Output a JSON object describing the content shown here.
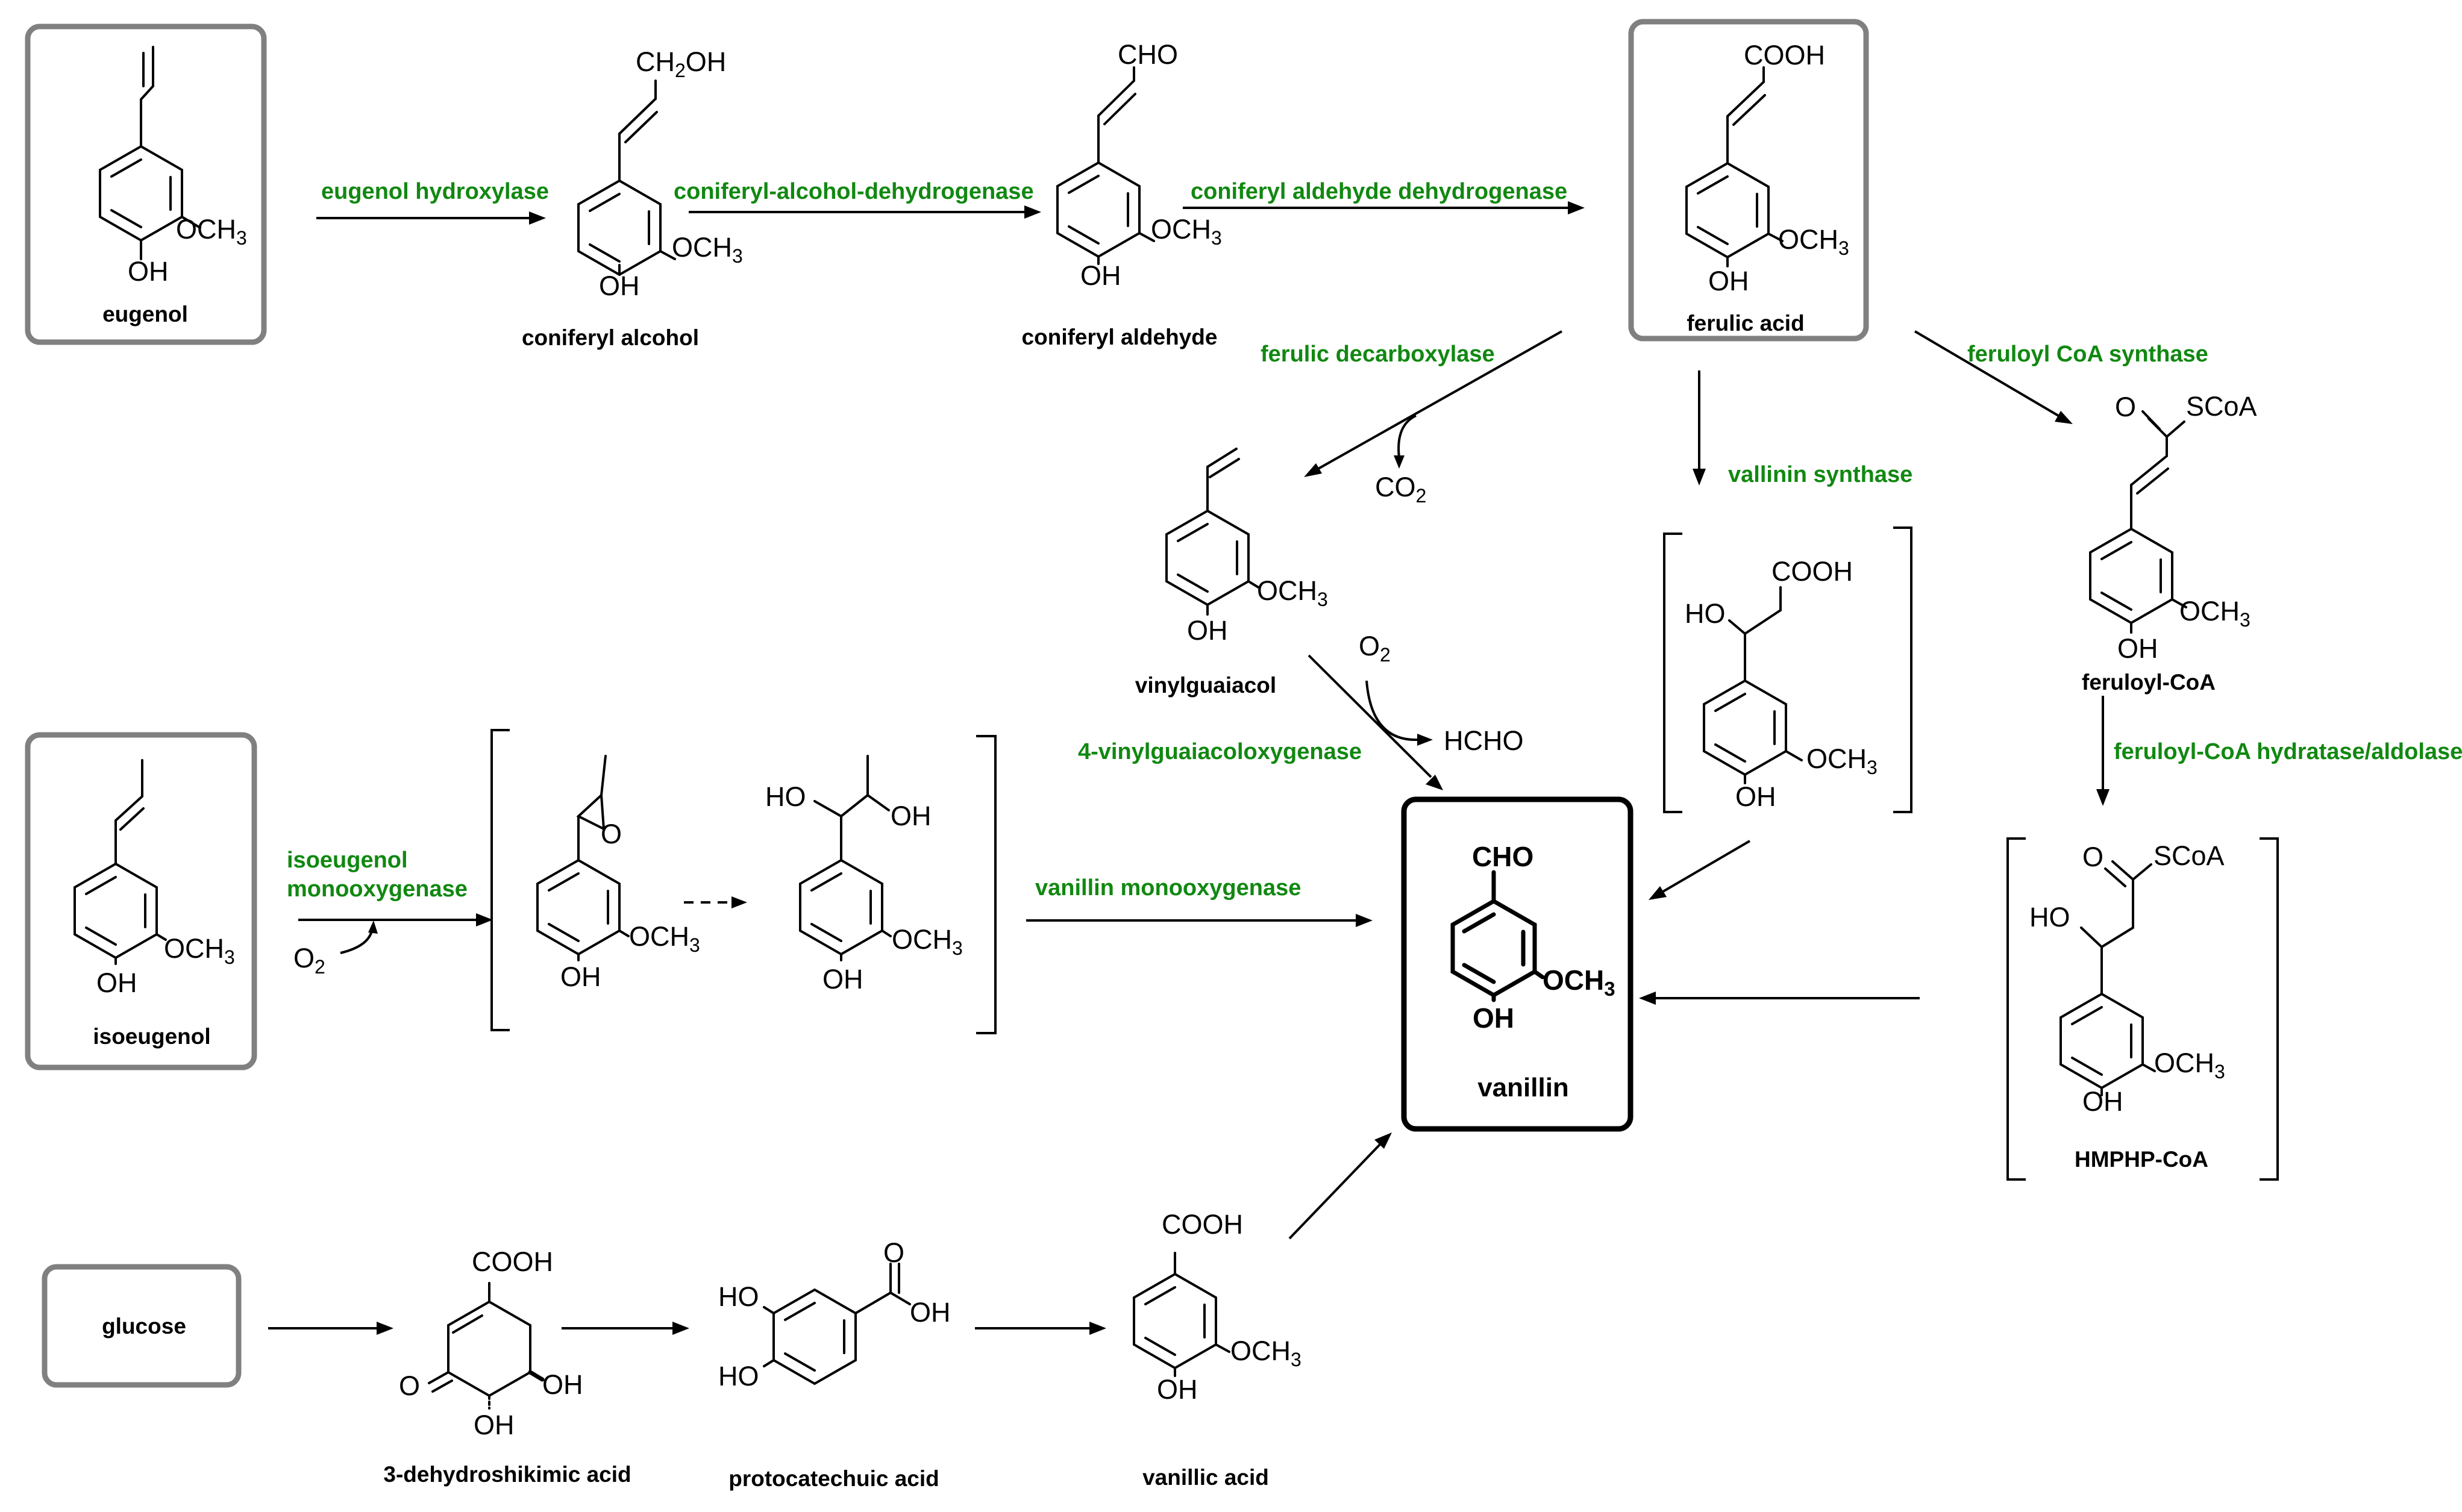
{
  "compounds": {
    "eugenol": "eugenol",
    "coniferyl_alcohol": "coniferyl alcohol",
    "coniferyl_aldehyde": "coniferyl aldehyde",
    "ferulic_acid": "ferulic acid",
    "vinylguaiacol": "vinylguaiacol",
    "feruloyl_coa": "feruloyl-CoA",
    "isoeugenol": "isoeugenol",
    "vanillin": "vanillin",
    "hmphp_coa": "HMPHP-CoA",
    "glucose": "glucose",
    "dehydroshikimic": "3-dehydroshikimic acid",
    "protocatechuic": "protocatechuic acid",
    "vanillic": "vanillic acid"
  },
  "enzymes": {
    "eugenol_hydroxylase": "eugenol hydroxylase",
    "coniferyl_alcohol_dh": "coniferyl-alcohol-dehydrogenase",
    "coniferyl_aldehyde_dh": "coniferyl aldehyde dehydrogenase",
    "ferulic_decarboxylase": "ferulic decarboxylase",
    "vallinin_synthase": "vallinin synthase",
    "feruloyl_coa_synthase": "feruloyl CoA synthase",
    "vinylguaiacol_oxygenase": "4-vinylguaiacoloxygenase",
    "isoeugenol_mo_1": "isoeugenol",
    "isoeugenol_mo_2": "monooxygenase",
    "vanillin_mo": "vanillin monooxygenase",
    "hydratase_aldolase": "feruloyl-CoA hydratase/aldolase"
  },
  "groups": {
    "OH": "OH",
    "OCH": "OCH",
    "HO": "HO",
    "CHO": "CHO",
    "COOH": "COOH",
    "CH": "CH",
    "SCoA": "SCoA",
    "O": "O",
    "HCHO": "HCHO",
    "CO": "CO",
    "sub3": "3",
    "sub2": "2"
  },
  "colors": {
    "enzyme": "#118811",
    "start_box": "#808080",
    "product_box": "#000000"
  }
}
